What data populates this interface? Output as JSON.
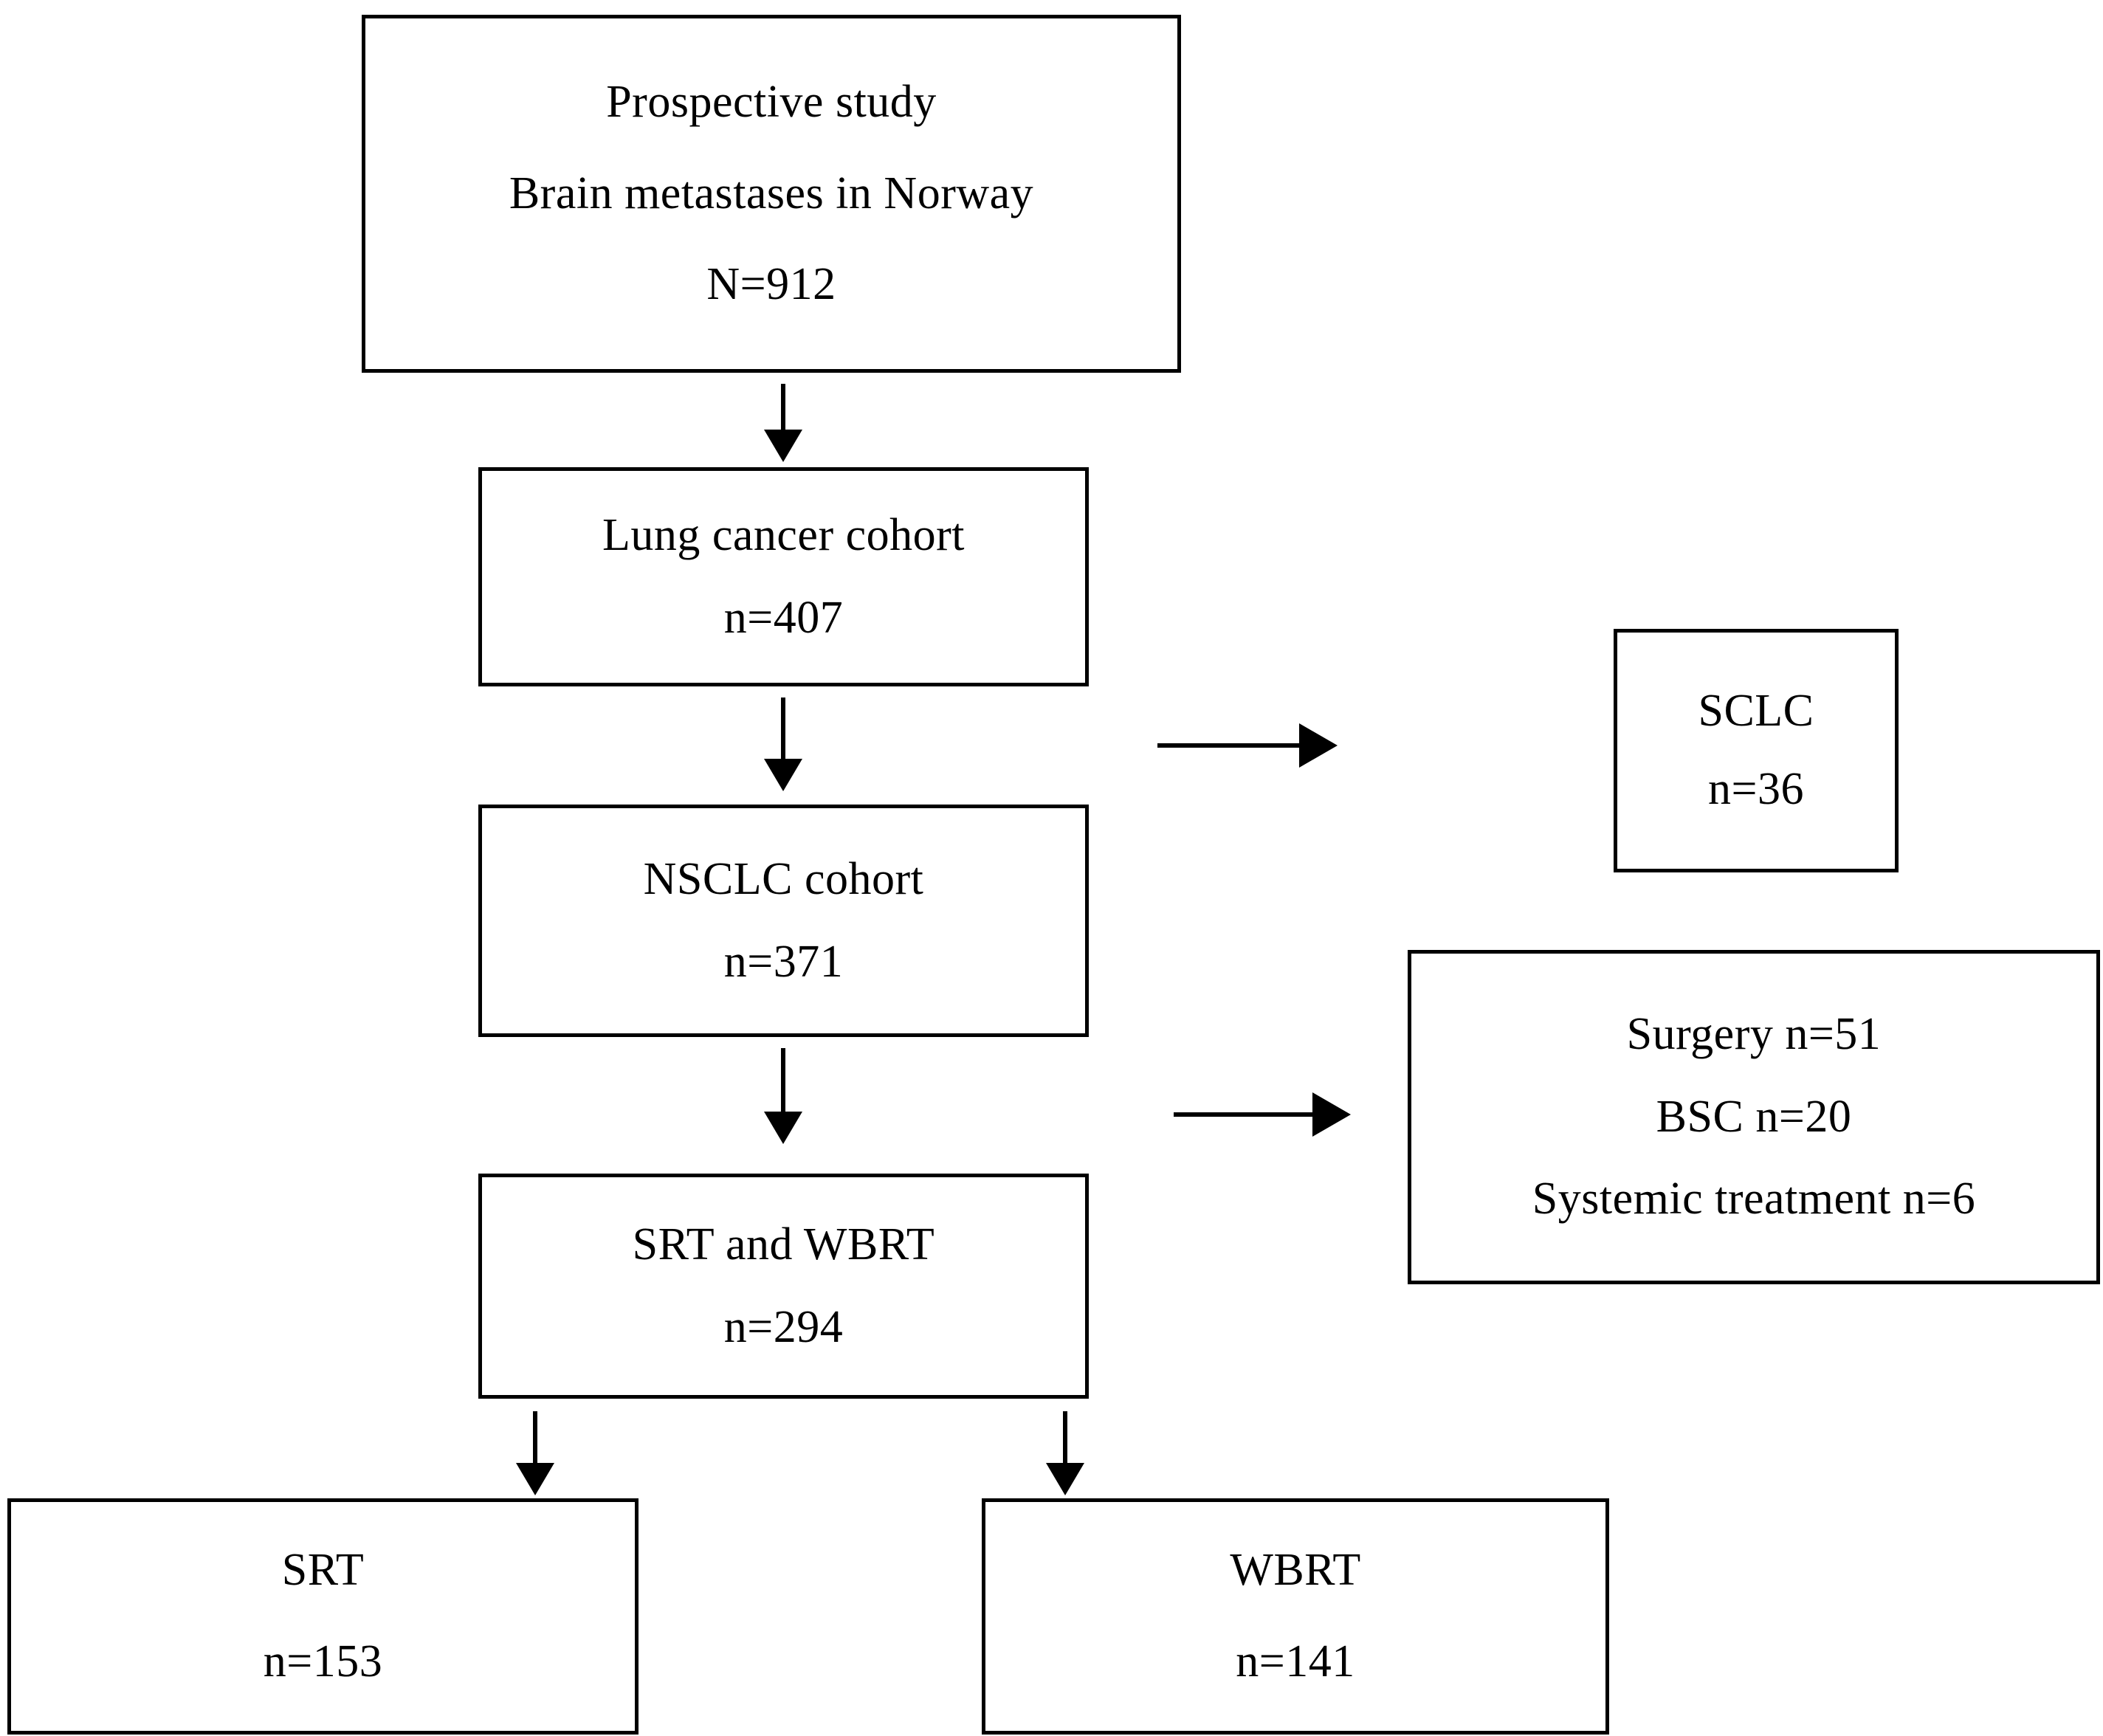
{
  "diagram": {
    "title": "Patient flow diagram - brain metastases lung cancer cohort",
    "type": "flowchart",
    "background_color": "#ffffff",
    "line_color": "#000000",
    "text_color": "#000000"
  },
  "nodes": {
    "prospective": {
      "id": "prospective-study",
      "line1": "Prospective study",
      "line2": "Brain metastases in Norway",
      "line3": "N=912",
      "count": 912,
      "count_prefix": "N"
    },
    "lung": {
      "id": "lung-cancer-cohort",
      "line1": "Lung cancer cohort",
      "line2": "n=407",
      "count": 407,
      "count_prefix": "n"
    },
    "nsclc": {
      "id": "nsclc-cohort",
      "line1": "NSCLC cohort",
      "line2": "n=371",
      "count": 371,
      "count_prefix": "n"
    },
    "srtwbrt": {
      "id": "srt-and-wbrt",
      "line1": "SRT and WBRT",
      "line2": "n=294",
      "count": 294,
      "count_prefix": "n"
    },
    "sclc": {
      "id": "sclc-excluded",
      "line1": "SCLC",
      "line2": "n=36",
      "count": 36,
      "count_prefix": "n"
    },
    "other_treatments": {
      "id": "other-treatments-excluded",
      "line1": "Surgery n=51",
      "line2": "BSC n=20",
      "line3": "Systemic treatment n=6",
      "items": [
        {
          "label": "Surgery",
          "count": 51
        },
        {
          "label": "BSC",
          "count": 20
        },
        {
          "label": "Systemic treatment",
          "count": 6
        }
      ]
    },
    "srt": {
      "id": "srt-group",
      "line1": "SRT",
      "line2": "n=153",
      "count": 153,
      "count_prefix": "n"
    },
    "wbrt": {
      "id": "wbrt-group",
      "line1": "WBRT",
      "line2": "n=141",
      "count": 141,
      "count_prefix": "n"
    }
  },
  "edges": [
    {
      "id": "prospective-to-lung",
      "from": "prospective",
      "to": "lung",
      "direction": "down"
    },
    {
      "id": "lung-to-nsclc",
      "from": "lung",
      "to": "nsclc",
      "direction": "down"
    },
    {
      "id": "lung-to-sclc",
      "from": "lung",
      "to": "sclc",
      "direction": "right"
    },
    {
      "id": "nsclc-to-srtwbrt",
      "from": "nsclc",
      "to": "srtwbrt",
      "direction": "down"
    },
    {
      "id": "nsclc-to-other",
      "from": "nsclc",
      "to": "other_treatments",
      "direction": "right"
    },
    {
      "id": "srtwbrt-to-srt",
      "from": "srtwbrt",
      "to": "srt",
      "direction": "down"
    },
    {
      "id": "srtwbrt-to-wbrt",
      "from": "srtwbrt",
      "to": "wbrt",
      "direction": "down"
    }
  ]
}
